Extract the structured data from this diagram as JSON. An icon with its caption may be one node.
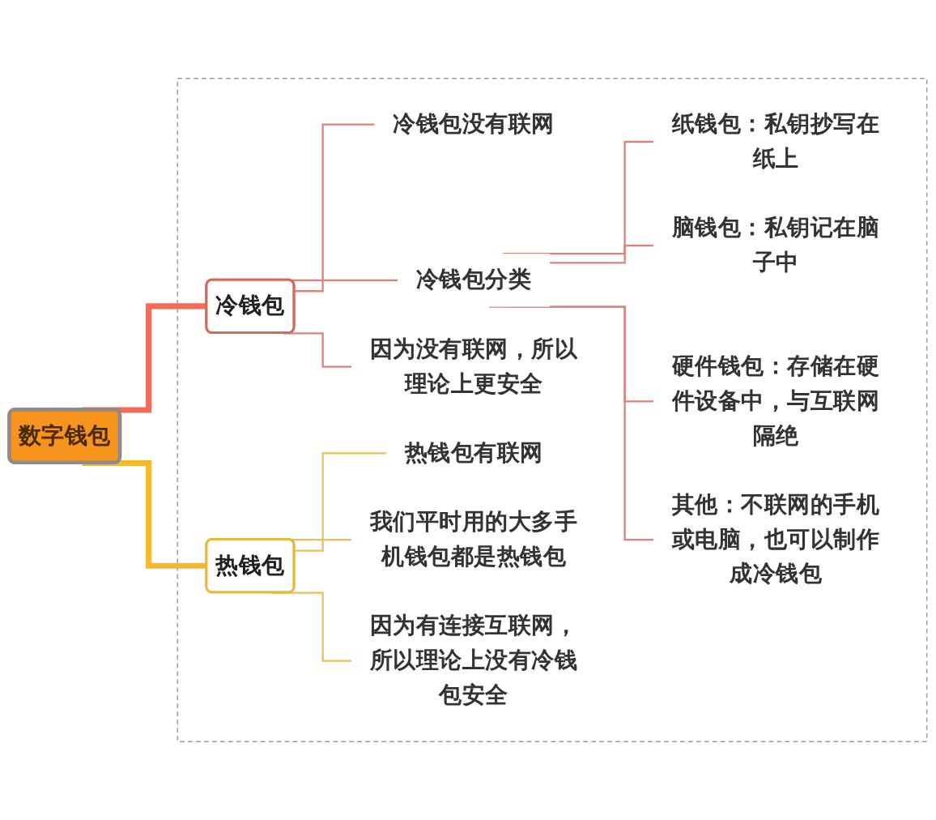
{
  "diagram": {
    "nodes": [
      {
        "text": [
          "数字钱包"
        ]
      },
      {
        "text": [],
        "shape": "box"
      },
      {
        "text": [
          "冷钱包"
        ],
        "in": 1
      },
      {
        "text": [
          "冷钱包没有联网"
        ],
        "in": 1
      },
      {
        "text": [
          "冷钱包分类"
        ],
        "in": 1
      },
      {
        "text": [
          "纸钱包：私钥抄写在纸上"
        ],
        "in": 1
      },
      {
        "text": [
          "脑钱包：私钥记在脑子中"
        ],
        "in": 1
      },
      {
        "text": [
          "硬件钱包：存储在硬件设备中，与互联网隔绝"
        ],
        "in": 1
      },
      {
        "text": [
          "其他：不联网的手机或电脑，也可以制作成冷钱包"
        ],
        "in": 1
      },
      {
        "text": [
          "因为没有联网，所以理论上更安全"
        ],
        "in": 1
      },
      {
        "text": [
          "热钱包"
        ],
        "in": 1
      },
      {
        "text": [
          "热钱包有联网"
        ],
        "in": 1
      },
      {
        "text": [
          "我们平时用的大多手机钱包都是热钱包"
        ],
        "in": 1
      },
      {
        "text": [
          "因为有连接互联网，所以理论上没有冷钱包安全"
        ],
        "in": 1
      }
    ],
    "edges": [
      {
        "from": 0,
        "to": 2,
        "arrow": "none",
        "style": "thick",
        "color": "#f26b5b"
      },
      {
        "from": 2,
        "to": 3,
        "arrow": "none",
        "color": "#d9837a"
      },
      {
        "from": 2,
        "to": 4,
        "arrow": "none",
        "color": "#d9837a"
      },
      {
        "from": 4,
        "to": 5,
        "arrow": "none",
        "color": "#d9837a"
      },
      {
        "from": 4,
        "to": 6,
        "arrow": "none",
        "color": "#d9837a"
      },
      {
        "from": 4,
        "to": 7,
        "arrow": "none",
        "color": "#d9837a"
      },
      {
        "from": 4,
        "to": 8,
        "arrow": "none",
        "color": "#d9837a"
      },
      {
        "from": 2,
        "to": 9,
        "arrow": "none",
        "color": "#d9837a"
      },
      {
        "from": 0,
        "to": 10,
        "arrow": "none",
        "style": "thick",
        "color": "#f5b82e"
      },
      {
        "from": 10,
        "to": 11,
        "arrow": "none",
        "color": "#e6c15a"
      },
      {
        "from": 10,
        "to": 12,
        "arrow": "none",
        "color": "#e6c15a"
      },
      {
        "from": 10,
        "to": 13,
        "arrow": "none",
        "color": "#e6c15a"
      }
    ]
  }
}
